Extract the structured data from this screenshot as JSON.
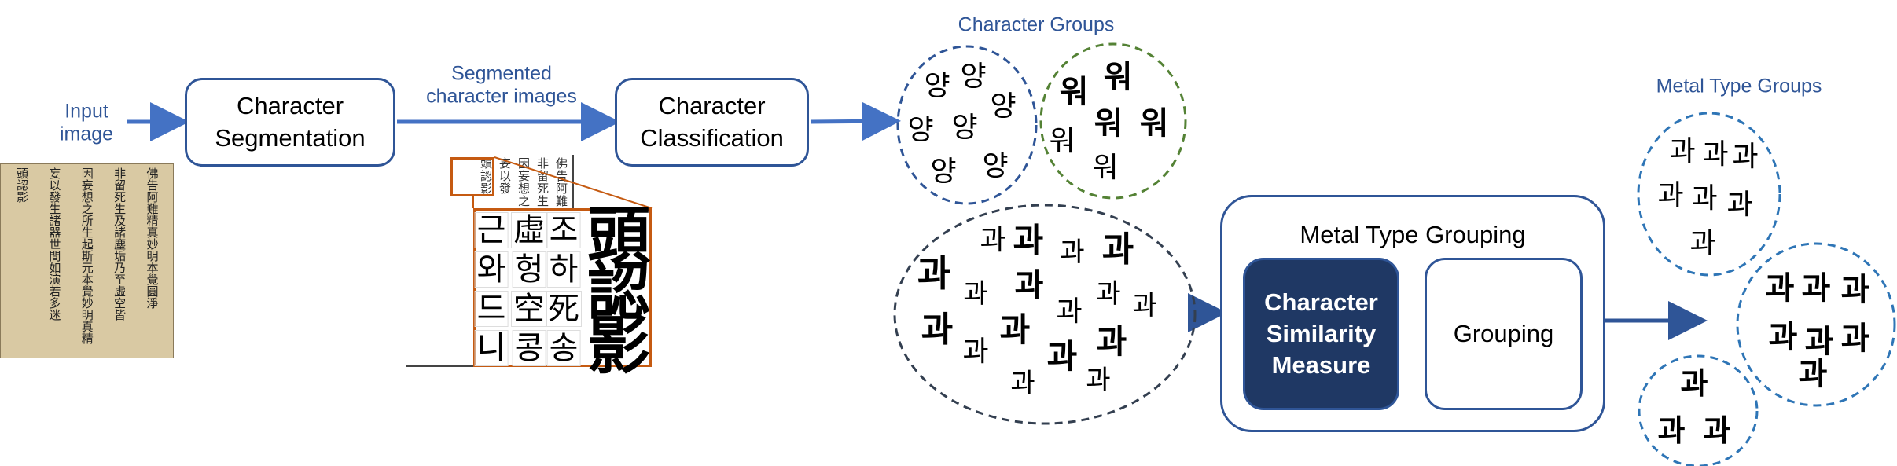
{
  "labels": {
    "input_image": [
      "Input",
      "image"
    ],
    "segmented_images": [
      "Segmented",
      "character images"
    ],
    "character_groups": "Character Groups",
    "metal_type_groups": "Metal Type Groups"
  },
  "boxes": {
    "segmentation": [
      "Character",
      "Segmentation"
    ],
    "classification": [
      "Character",
      "Classification"
    ],
    "metal_type_grouping": "Metal Type Grouping",
    "similarity": [
      "Character",
      "Similarity",
      "Measure"
    ],
    "grouping": "Grouping"
  },
  "scan_columns": [
    "佛告阿難精真妙明本覺圓淨",
    "非留死生及諸塵垢乃至虛空皆",
    "因妄想之所生起斯元本覺妙明真精",
    "妄以發生諸器世間如演若多迷",
    "頭認影"
  ],
  "segmented_page_columns": [
    "佛告阿難",
    "非留死生",
    "因妄想之",
    "妄以發",
    "頭認影"
  ],
  "segmented_crop": {
    "cells": [
      "근",
      "와",
      "드",
      "니",
      "虛",
      "헝",
      "空",
      "콩",
      "조",
      "하",
      "死",
      "송"
    ],
    "large": [
      "頭",
      "認",
      "影"
    ]
  },
  "groups": {
    "yang": "양",
    "wi": "워",
    "gwa": "과"
  },
  "colors": {
    "label_blue": "#2f5597",
    "arrow_blue": "#4472c4",
    "dark_box": "#1f3864",
    "crop_orange": "#c55a11",
    "green_dash": "#548235"
  }
}
